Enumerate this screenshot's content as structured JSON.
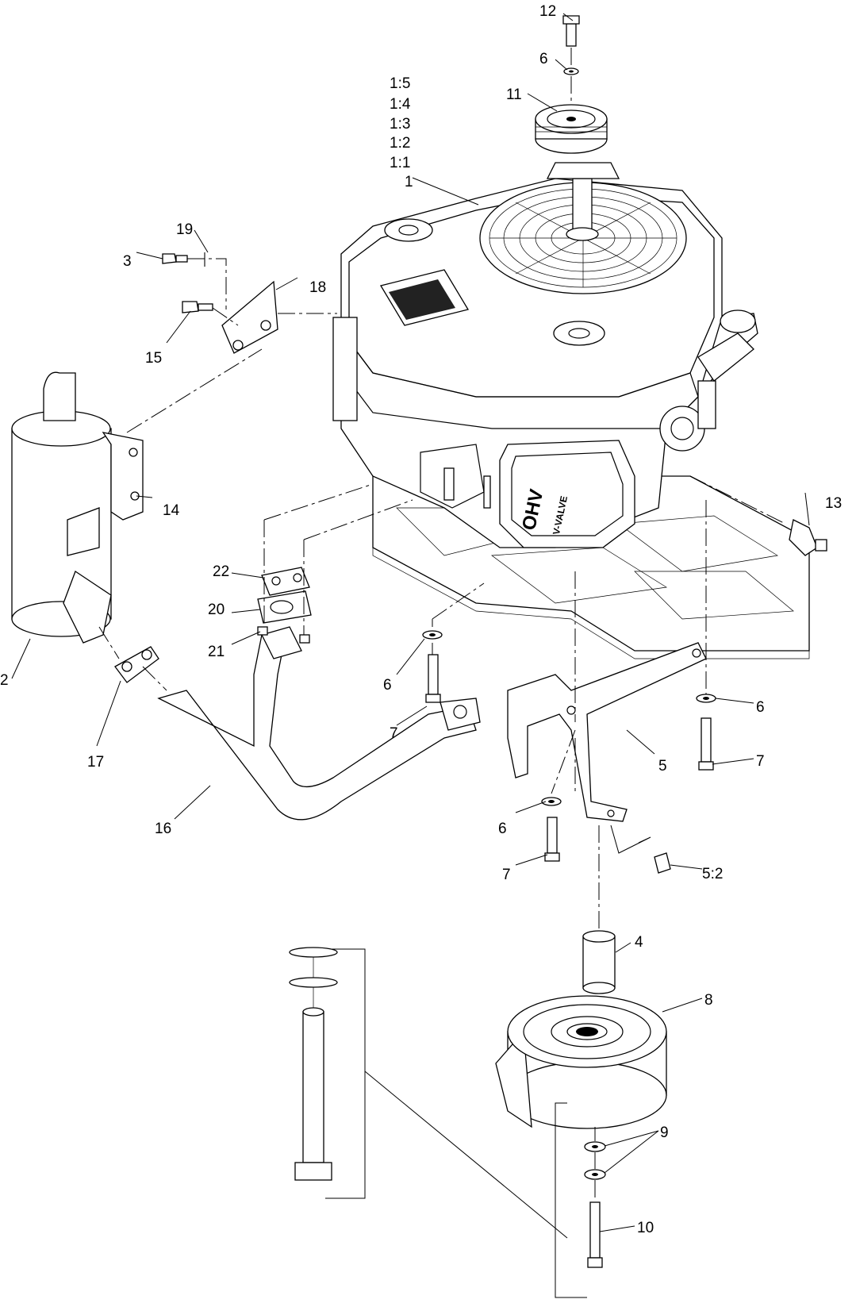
{
  "callouts": [
    {
      "id": "c12",
      "text": "12"
    },
    {
      "id": "c6a",
      "text": "6"
    },
    {
      "id": "c11",
      "text": "11"
    },
    {
      "id": "c15v",
      "text": "1:5"
    },
    {
      "id": "c14v",
      "text": "1:4"
    },
    {
      "id": "c13v",
      "text": "1:3"
    },
    {
      "id": "c12v",
      "text": "1:2"
    },
    {
      "id": "c11v",
      "text": "1:1"
    },
    {
      "id": "c1",
      "text": "1"
    },
    {
      "id": "c19",
      "text": "19"
    },
    {
      "id": "c3",
      "text": "3"
    },
    {
      "id": "c18",
      "text": "18"
    },
    {
      "id": "c15",
      "text": "15"
    },
    {
      "id": "c14",
      "text": "14"
    },
    {
      "id": "c13",
      "text": "13"
    },
    {
      "id": "c22",
      "text": "22"
    },
    {
      "id": "c20",
      "text": "20"
    },
    {
      "id": "c21",
      "text": "21"
    },
    {
      "id": "c2",
      "text": "2"
    },
    {
      "id": "c6b",
      "text": "6"
    },
    {
      "id": "c7a",
      "text": "7"
    },
    {
      "id": "c6c",
      "text": "6"
    },
    {
      "id": "c17",
      "text": "17"
    },
    {
      "id": "c5",
      "text": "5"
    },
    {
      "id": "c7b",
      "text": "7"
    },
    {
      "id": "c16",
      "text": "16"
    },
    {
      "id": "c6d",
      "text": "6"
    },
    {
      "id": "c7c",
      "text": "7"
    },
    {
      "id": "c52",
      "text": "5:2"
    },
    {
      "id": "c4",
      "text": "4"
    },
    {
      "id": "c8",
      "text": "8"
    },
    {
      "id": "c9",
      "text": "9"
    },
    {
      "id": "c10",
      "text": "10"
    }
  ],
  "engine_labels": {
    "ohv": "OHV",
    "vvalve": "V-VALVE"
  }
}
